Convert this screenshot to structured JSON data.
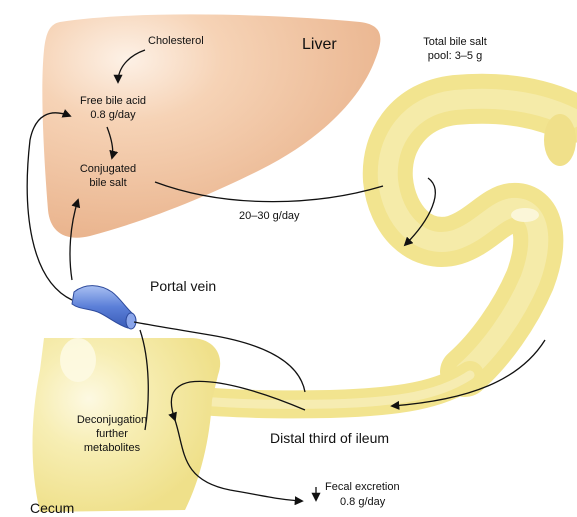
{
  "labels": {
    "liver": "Liver",
    "cholesterol": "Cholesterol",
    "free_bile_acid": "Free bile acid",
    "free_bile_acid_rate": "0.8 g/day",
    "conjugated": "Conjugated",
    "bile_salt": "bile salt",
    "pool_line1": "Total bile salt",
    "pool_line2": "pool: 3–5 g",
    "flow_rate": "20–30 g/day",
    "portal_vein": "Portal vein",
    "deconjugation": "Deconjugation",
    "further": "further",
    "metabolites": "metabolites",
    "distal_ileum": "Distal third of ileum",
    "fecal_excretion": "Fecal excretion",
    "fecal_rate": "0.8 g/day",
    "cecum": "Cecum"
  },
  "colors": {
    "liver": "#f2c4a0",
    "liver_highlight": "#fbe6d4",
    "intestine": "#f4e79a",
    "intestine_highlight": "#fbf6d2",
    "portal_vein": "#5b7fd8",
    "arrow": "#111111"
  }
}
